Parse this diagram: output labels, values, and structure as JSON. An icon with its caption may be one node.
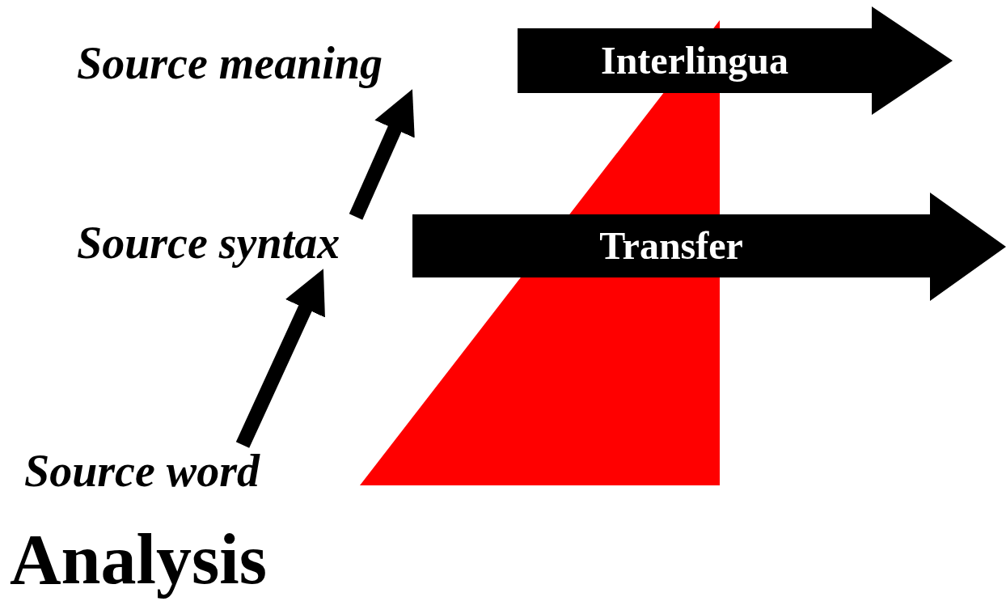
{
  "diagram": {
    "nodes": [
      {
        "text": [
          "Source meaning"
        ]
      },
      {
        "text": [
          "Interlingua"
        ]
      },
      {
        "text": [
          "Source syntax"
        ]
      },
      {
        "text": [
          "Transfer"
        ]
      },
      {
        "text": [
          "Source word"
        ]
      }
    ],
    "edges": [
      {
        "from": 4,
        "to": 2,
        "arrow": "to"
      },
      {
        "from": 2,
        "to": 0,
        "arrow": "to"
      }
    ],
    "labels": [
      "Analysis"
    ]
  }
}
